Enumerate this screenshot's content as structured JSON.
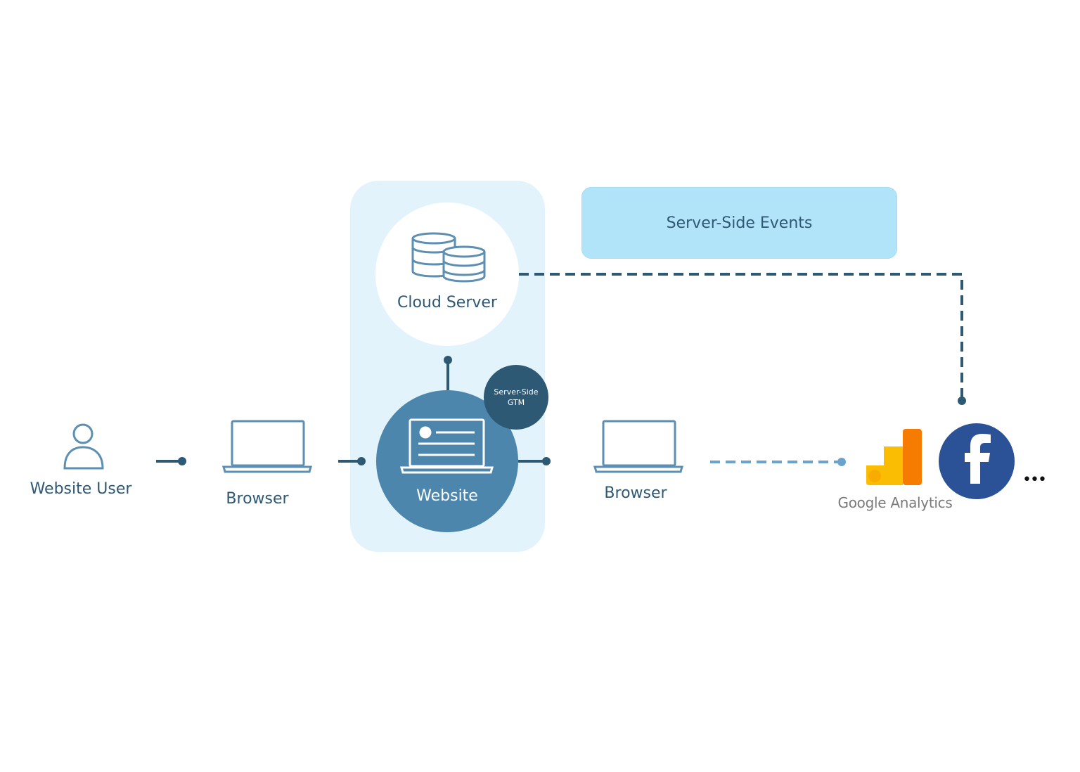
{
  "nodes": {
    "website_user": "Website User",
    "browser_left": "Browser",
    "cloud_server": "Cloud Server",
    "website": "Website",
    "gtm_line1": "Server-Side",
    "gtm_line2": "GTM",
    "browser_right": "Browser",
    "server_side_events": "Server-Side Events",
    "google_analytics": "Google Analytics",
    "more": "•••"
  },
  "colors": {
    "dark_blue": "#2d5975",
    "mid_blue": "#4d86ac",
    "light_panel": "#e3f3fb",
    "events_box": "#b1e4f9",
    "dashed_light": "#6aa4cc",
    "ga_yellow": "#fbbc04",
    "ga_orange": "#f57c00",
    "facebook_blue": "#2b5196"
  },
  "icons": {
    "user": "user-icon",
    "laptop": "laptop-icon",
    "database": "database-icon",
    "website": "webpage-laptop-icon",
    "google_analytics": "google-analytics-icon",
    "facebook": "facebook-icon"
  }
}
